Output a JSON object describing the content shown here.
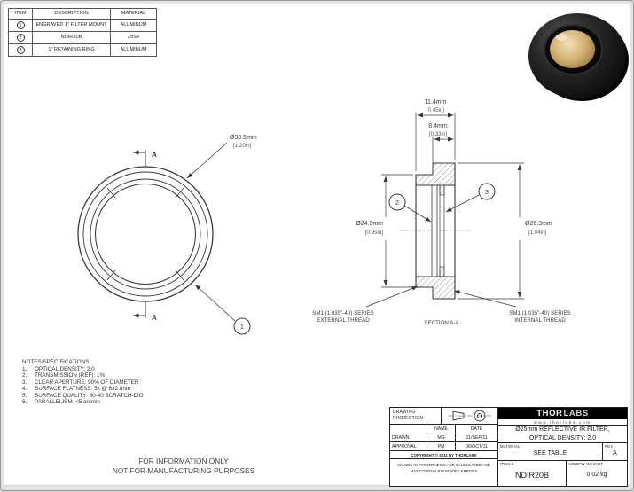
{
  "parts_table": {
    "headers": {
      "item": "ITEM",
      "description": "DESCRIPTION",
      "material": "MATERIAL"
    },
    "rows": [
      {
        "item": "1",
        "description": "ENGRAVED 1\" FILTER MOUNT",
        "material": "ALUMINUM"
      },
      {
        "item": "2",
        "description": "NDIR20B",
        "material": "ZnSe"
      },
      {
        "item": "3",
        "description": "1\" RETAINING RING",
        "material": "ALUMINUM"
      }
    ]
  },
  "front_view": {
    "diameter_mm": "Ø30.5mm",
    "diameter_in": "[1.20in]",
    "section_letter": "A",
    "balloon": "1"
  },
  "section_view": {
    "overall_mm": "11.4mm",
    "overall_in": "[0.45in]",
    "inner_mm": "8.4mm",
    "inner_in": "[0.33in]",
    "left_dia_mm": "Ø24.0mm",
    "left_dia_in": "[0.95in]",
    "right_dia_mm": "Ø26.3mm",
    "right_dia_in": "[1.04in]",
    "balloon_filter": "2",
    "balloon_ring": "3",
    "external_thread_line1": "SM1 (1.035\"-40) SERIES",
    "external_thread_line2": "EXTERNAL THREAD",
    "internal_thread_line1": "SM1 (1.035\"-40) SERIES",
    "internal_thread_line2": "INTERNAL THREAD",
    "section_label": "SECTION A-A"
  },
  "notes": {
    "title": "NOTES/SPECIFICATIONS",
    "items": [
      {
        "num": "1.",
        "text": "OPTICAL DENSITY: 2.0"
      },
      {
        "num": "2.",
        "text": "TRANSMISSION (REF): 1%"
      },
      {
        "num": "3.",
        "text": "CLEAR APERTURE: 90% OF DIAMETER"
      },
      {
        "num": "4.",
        "text": "SURFACE FLATNESS: 5λ @ 632.8nm"
      },
      {
        "num": "5.",
        "text": "SURFACE QUALITY: 60-40 SCRATCH-DIG"
      },
      {
        "num": "6.",
        "text": "PARALLELISM: <5 arcmin"
      }
    ]
  },
  "disclaimer": {
    "line1": "FOR INFORMATION ONLY",
    "line2": "NOT FOR MANUFACTURING PURPOSES"
  },
  "title_block": {
    "projection_label": "DRAWING PROJECTION",
    "name_header": "NAME",
    "date_header": "DATE",
    "drawn_label": "DRAWN",
    "drawn_name": "MG",
    "drawn_date": "21/SEP/11",
    "approval_label": "APPROVAL",
    "approval_name": "PM",
    "approval_date": "06/OCT/11",
    "copyright": "COPYRIGHT © 2011 BY THORLABS",
    "tolerance_note": "VALUES IN PARENTHESIS ARE CALCULATED AND MAY CONTAIN ROUNDOFF ERRORS",
    "brand_thor": "THOR",
    "brand_labs": "LABS",
    "website": "www.thorlabs.com",
    "title_line1": "Ø25mm REFLECTIVE IR FILTER,",
    "title_line2": "OPTICAL DENSITY: 2.0",
    "material_label": "MATERIAL",
    "material_value": "SEE TABLE",
    "rev_label": "REV",
    "rev_value": "A",
    "item_label": "ITEM #",
    "item_value": "NDIR20B",
    "weight_label": "APPROX WEIGHT",
    "weight_value": "0.02 kg"
  },
  "colors": {
    "line": "#3a3a3a",
    "sheet": "#ffffff",
    "logo_bg": "#000000"
  }
}
